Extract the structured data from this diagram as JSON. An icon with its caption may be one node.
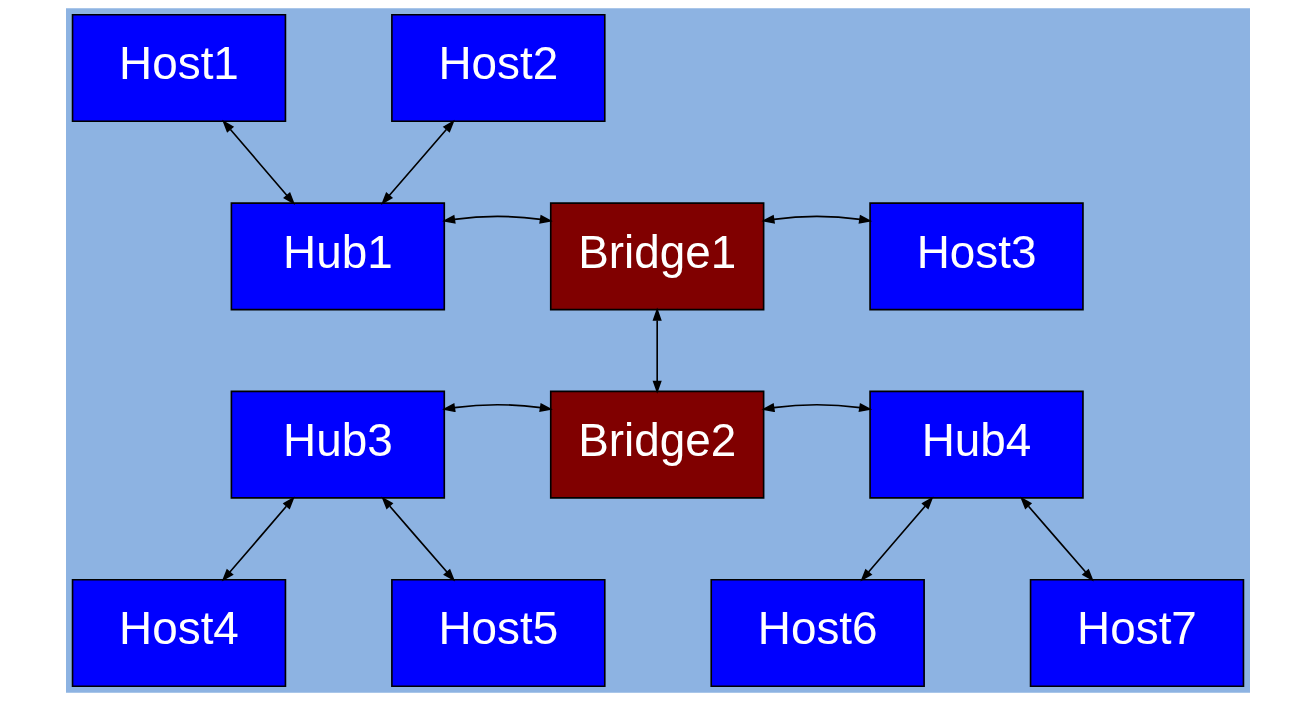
{
  "diagram": {
    "nodes": [
      {
        "text": [
          "Host1"
        ]
      },
      {
        "text": [
          "Host2"
        ]
      },
      {
        "text": [
          "Hub1"
        ]
      },
      {
        "text": [
          "Bridge1"
        ]
      },
      {
        "text": [
          "Host3"
        ]
      },
      {
        "text": [
          "Hub3"
        ]
      },
      {
        "text": [
          "Bridge2"
        ]
      },
      {
        "text": [
          "Hub4"
        ]
      },
      {
        "text": [
          "Host4"
        ]
      },
      {
        "text": [
          "Host5"
        ]
      },
      {
        "text": [
          "Host6"
        ]
      },
      {
        "text": [
          "Host7"
        ]
      }
    ],
    "edges": [
      {
        "from": 0,
        "to": 2,
        "arrow": "both"
      },
      {
        "from": 1,
        "to": 2,
        "arrow": "both"
      },
      {
        "from": 2,
        "to": 3,
        "arrow": "both"
      },
      {
        "from": 3,
        "to": 4,
        "arrow": "both"
      },
      {
        "from": 3,
        "to": 6,
        "arrow": "both"
      },
      {
        "from": 5,
        "to": 6,
        "arrow": "both"
      },
      {
        "from": 6,
        "to": 7,
        "arrow": "both"
      },
      {
        "from": 5,
        "to": 8,
        "arrow": "both"
      },
      {
        "from": 5,
        "to": 9,
        "arrow": "both"
      },
      {
        "from": 7,
        "to": 10,
        "arrow": "both"
      },
      {
        "from": 7,
        "to": 11,
        "arrow": "both"
      }
    ]
  }
}
